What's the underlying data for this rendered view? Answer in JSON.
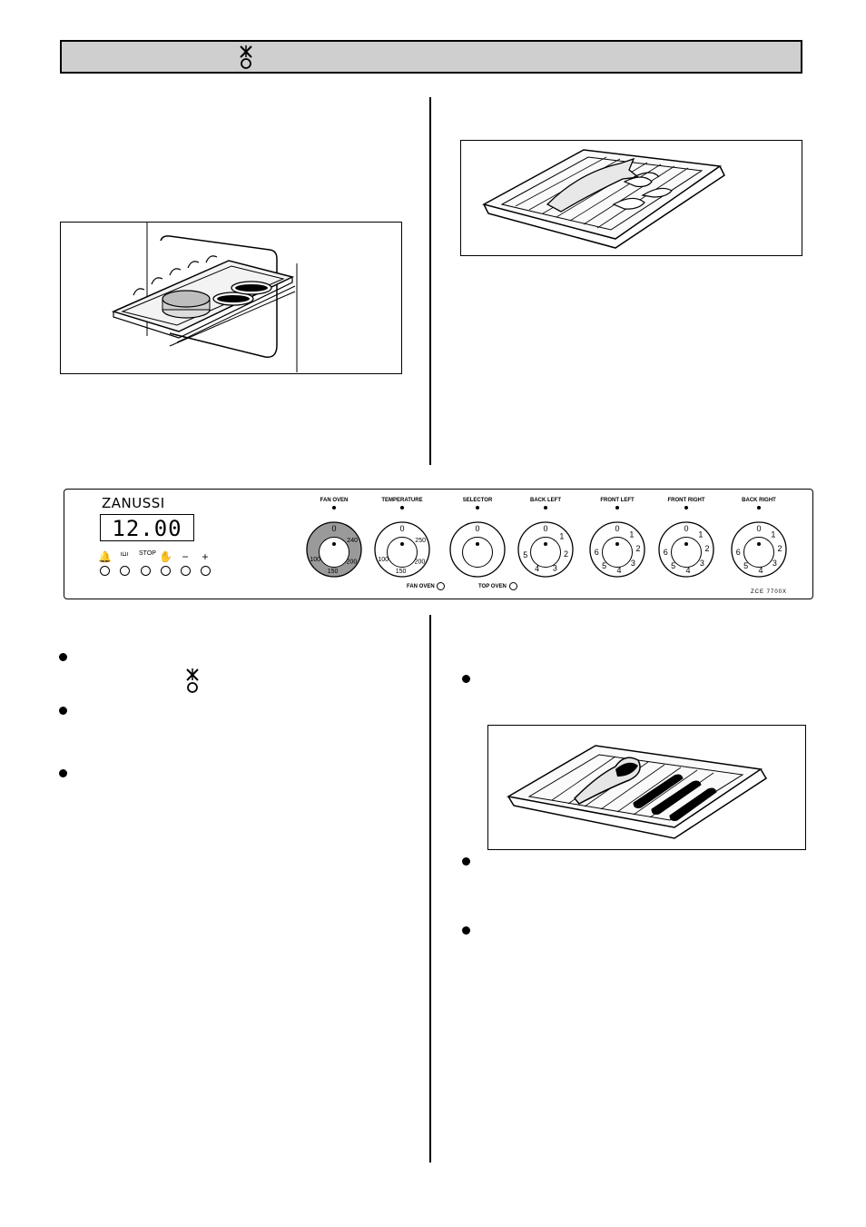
{
  "header": {
    "symbol": "fan-grill-symbol"
  },
  "inline_symbol": "fan-grill-symbol",
  "control_panel": {
    "brand": "ZANUSSI",
    "clock": "12.00",
    "buttons": [
      {
        "icon": "bell-icon",
        "glyph": "🔔"
      },
      {
        "icon": "cook-time-icon",
        "glyph": "ı⊔ı"
      },
      {
        "icon": "stop-icon",
        "glyph": "STOP"
      },
      {
        "icon": "manual-hand-icon",
        "glyph": "✋"
      },
      {
        "icon": "minus-icon",
        "glyph": "−"
      },
      {
        "icon": "plus-icon",
        "glyph": "+"
      }
    ],
    "knobs": [
      {
        "label": "FAN OVEN",
        "marks": [
          "0",
          "240",
          "200",
          "150",
          "100"
        ]
      },
      {
        "label": "TEMPERATURE",
        "marks": [
          "0",
          "250",
          "200",
          "150",
          "100"
        ]
      },
      {
        "label": "SELECTOR",
        "marks": [
          "0"
        ]
      },
      {
        "label": "BACK LEFT",
        "marks": [
          "0",
          "1",
          "2",
          "3",
          "4",
          "5"
        ]
      },
      {
        "label": "FRONT LEFT",
        "marks": [
          "0",
          "1",
          "2",
          "3",
          "4",
          "5",
          "6"
        ]
      },
      {
        "label": "FRONT RIGHT",
        "marks": [
          "0",
          "1",
          "2",
          "3",
          "4",
          "5",
          "6"
        ]
      },
      {
        "label": "BACK RIGHT",
        "marks": [
          "0",
          "1",
          "2",
          "3",
          "4",
          "5",
          "6"
        ]
      }
    ],
    "indicators": [
      {
        "label": "FAN OVEN"
      },
      {
        "label": "TOP OVEN"
      }
    ],
    "model": "ZCE 7700X"
  },
  "colors": {
    "header_bg": "#cfcfcf",
    "fan_knob_fill": "#9a9a9a"
  }
}
